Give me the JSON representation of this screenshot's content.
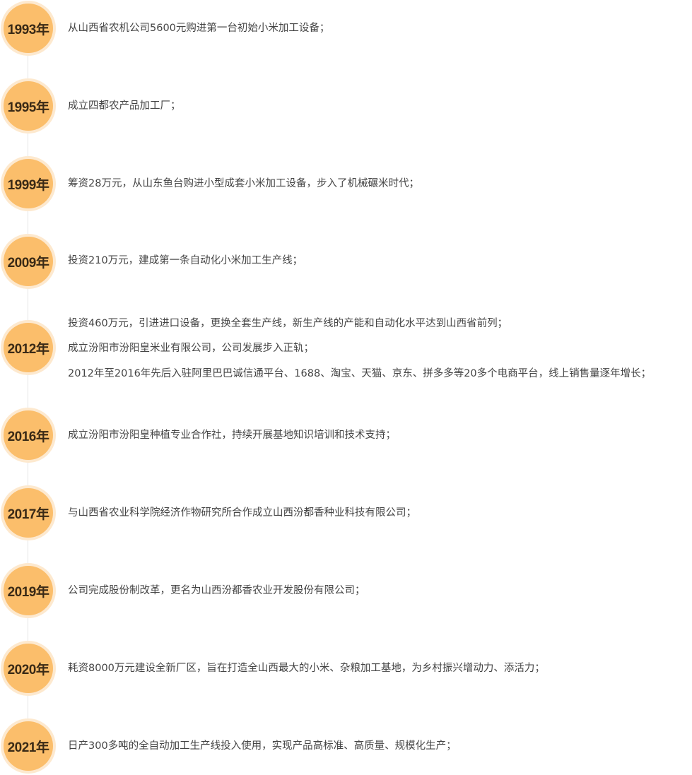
{
  "timeline": {
    "entries": [
      {
        "year": "1993年",
        "events": [
          "从山西省农机公司5600元购进第一台初始小米加工设备；"
        ]
      },
      {
        "year": "1995年",
        "events": [
          "成立四都农产品加工厂；"
        ]
      },
      {
        "year": "1999年",
        "events": [
          "筹资28万元，从山东鱼台购进小型成套小米加工设备，步入了机械碾米时代；"
        ]
      },
      {
        "year": "2009年",
        "events": [
          "投资210万元，建成第一条自动化小米加工生产线；"
        ]
      },
      {
        "year": "2012年",
        "events": [
          "投资460万元，引进进口设备，更换全套生产线，新生产线的产能和自动化水平达到山西省前列；",
          "成立汾阳市汾阳皇米业有限公司，公司发展步入正轨；",
          "2012年至2016年先后入驻阿里巴巴诚信通平台、1688、淘宝、天猫、京东、拼多多等20多个电商平台，线上销售量逐年增长；"
        ]
      },
      {
        "year": "2016年",
        "events": [
          "成立汾阳市汾阳皇种植专业合作社，持续开展基地知识培训和技术支持；"
        ]
      },
      {
        "year": "2017年",
        "events": [
          "与山西省农业科学院经济作物研究所合作成立山西汾都香种业科技有限公司；"
        ]
      },
      {
        "year": "2019年",
        "events": [
          "公司完成股份制改革，更名为山西汾都香农业开发股份有限公司；"
        ]
      },
      {
        "year": "2020年",
        "events": [
          "耗资8000万元建设全新厂区，旨在打造全山西最大的小米、杂粮加工基地，为乡村振兴增动力、添活力；"
        ]
      },
      {
        "year": "2021年",
        "events": [
          "日产300多吨的全自动加工生产线投入使用，实现产品高标准、高质量、规模化生产；"
        ]
      }
    ]
  }
}
